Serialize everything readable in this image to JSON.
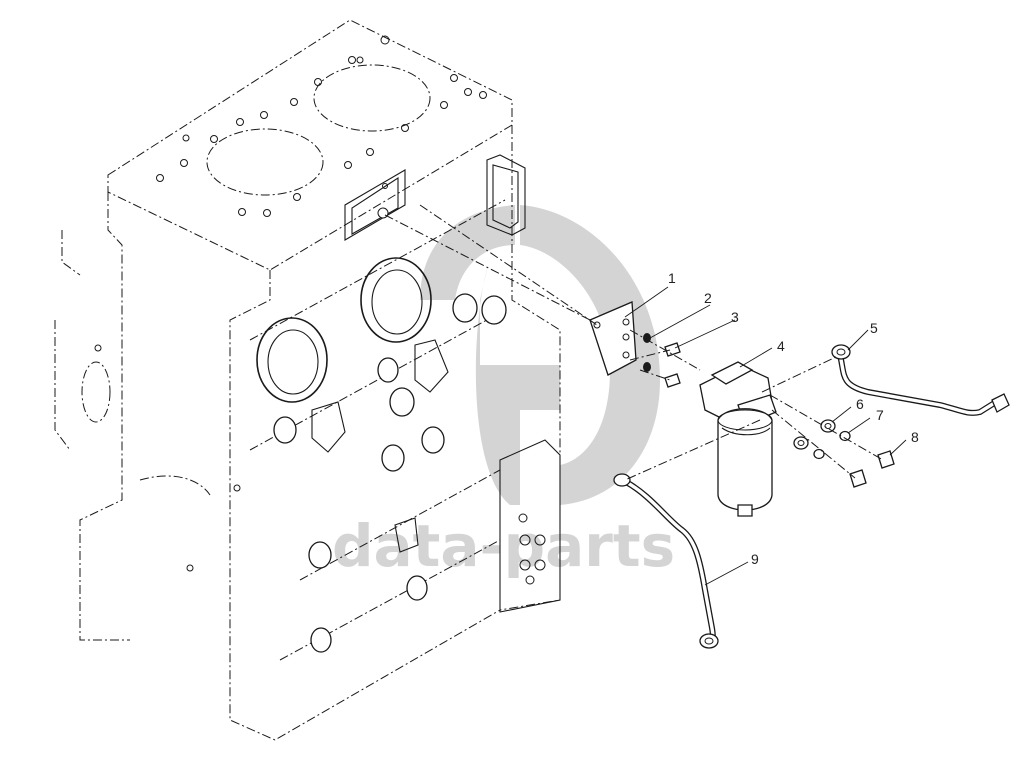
{
  "watermark": {
    "text": "data-parts",
    "logo_color": "#d4d4d4"
  },
  "callouts": [
    "1",
    "2",
    "3",
    "4",
    "5",
    "6",
    "7",
    "8",
    "9"
  ]
}
